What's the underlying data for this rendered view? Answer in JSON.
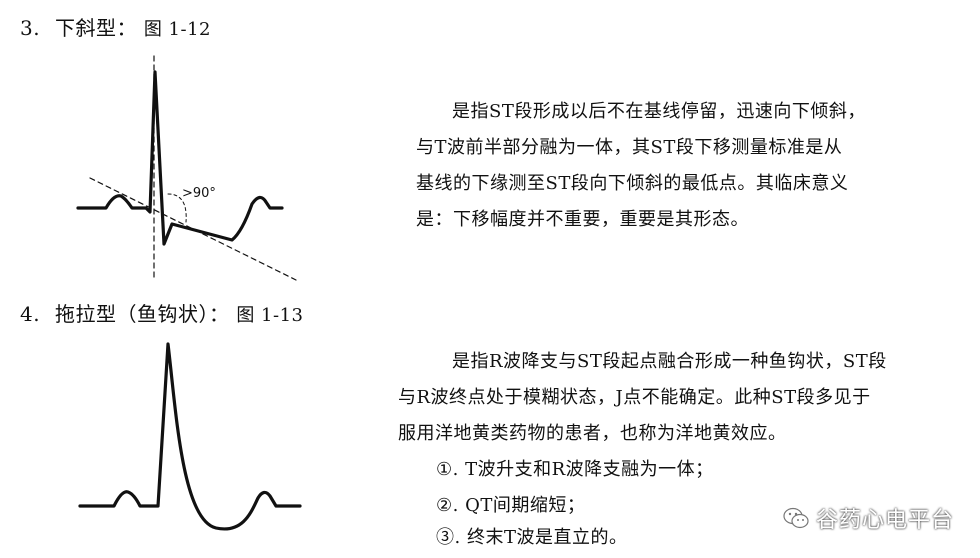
{
  "section3": {
    "number": "3.",
    "title": "下斜型：",
    "figure": "图 1-12",
    "angle_label": ">90°",
    "paragraph": [
      "是指ST段形成以后不在基线停留，迅速向下倾斜，",
      "与T波前半部分融为一体，其ST段下移测量标准是从",
      "基线的下缘测至ST段向下倾斜的最低点。其临床意义",
      "是：下移幅度并不重要，重要是其形态。"
    ]
  },
  "section4": {
    "number": "4.",
    "title": "拖拉型（鱼钩状）：",
    "figure": "图 1-13",
    "paragraph": [
      "是指R波降支与ST段起点融合形成一种鱼钩状，ST段",
      "与R波终点处于模糊状态，J点不能确定。此种ST段多见于",
      "服用洋地黄类药物的患者，也称为洋地黄效应。"
    ],
    "items": [
      "①. T波升支和R波降支融为一体；",
      "②. QT间期缩短；",
      "③. 终末T波是直立的。"
    ]
  },
  "watermark": {
    "icon": "wechat-icon",
    "text": "谷药心电平台"
  }
}
